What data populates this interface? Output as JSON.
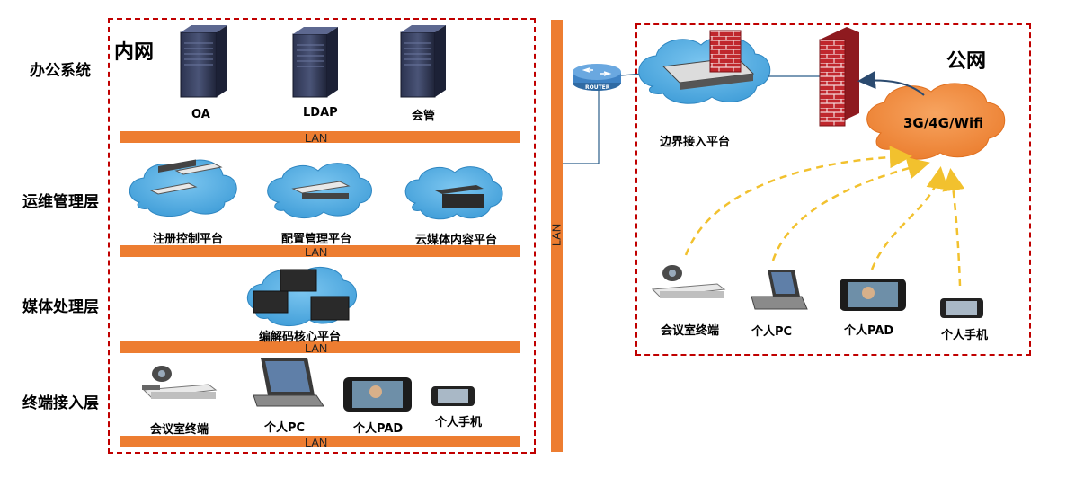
{
  "intranet": {
    "title": "内网",
    "layers": [
      {
        "label": "办公系统"
      },
      {
        "label": "运维管理层"
      },
      {
        "label": "媒体处理层"
      },
      {
        "label": "终端接入层"
      }
    ],
    "office_servers": [
      "OA",
      "LDAP",
      "会管"
    ],
    "mgmt_platforms": [
      "注册控制平台",
      "配置管理平台",
      "云媒体内容平台"
    ],
    "media_platform": "编解码核心平台",
    "terminals": [
      "会议室终端",
      "个人PC",
      "个人PAD",
      "个人手机"
    ],
    "lan_label": "LAN"
  },
  "router_label": "ROUTER",
  "public": {
    "title": "公网",
    "border_platform": "边界接入平台",
    "wireless": "3G/4G/Wifi",
    "terminals": [
      "会议室终端",
      "个人PC",
      "个人PAD",
      "个人手机"
    ]
  },
  "colors": {
    "lan": "#ED7D31",
    "zone_border": "#C00000",
    "cloud": "#4AA8DF",
    "cloud_orange": "#F08A3C",
    "firewall": "#C0272D",
    "signal": "#F2C12E"
  }
}
